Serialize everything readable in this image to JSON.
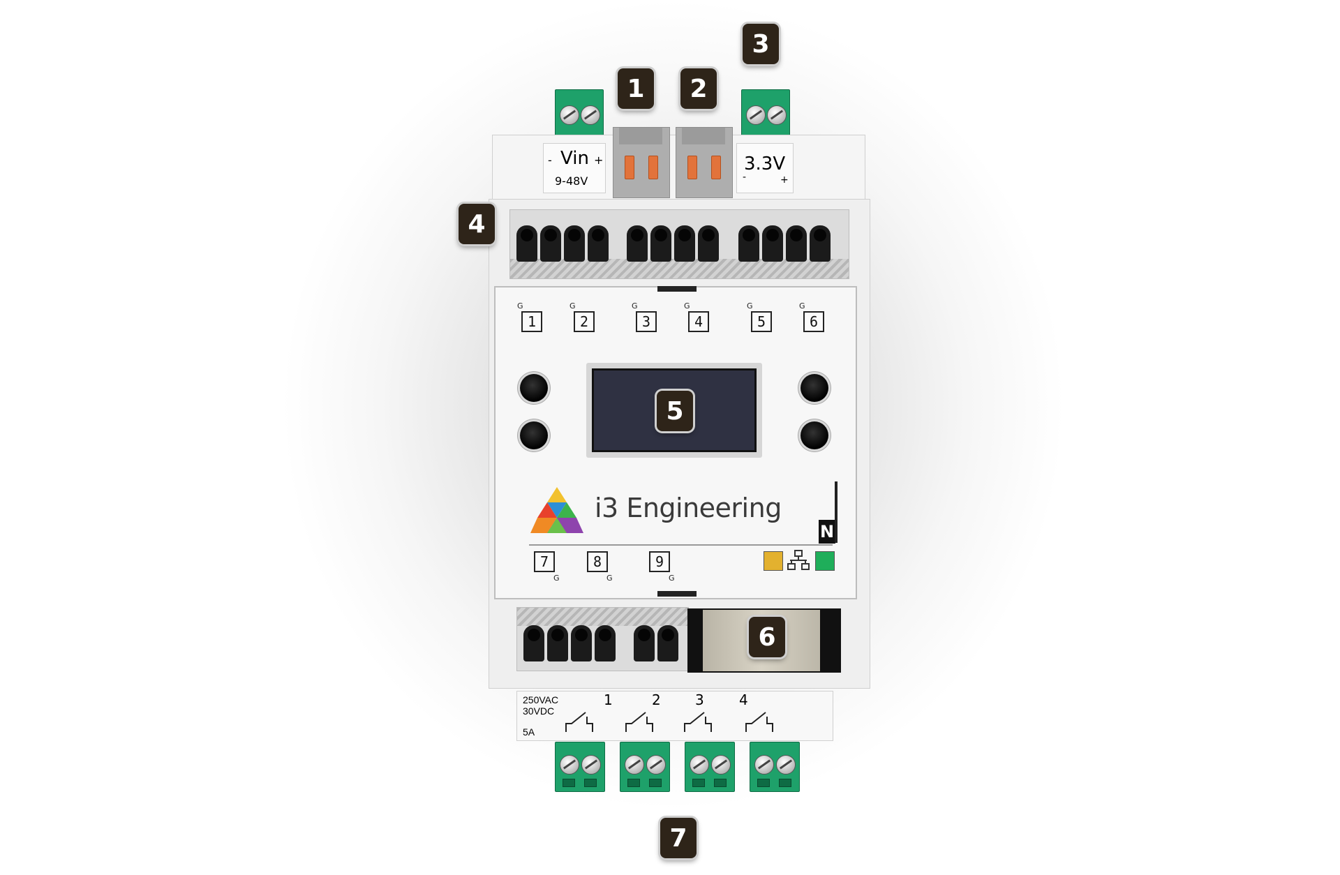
{
  "callouts": [
    "1",
    "2",
    "3",
    "4",
    "5",
    "6",
    "7"
  ],
  "power_in": {
    "label": "Vin",
    "minus": "-",
    "plus": "+",
    "range": "9-48V"
  },
  "power_out": {
    "label": "3.3V",
    "minus": "-",
    "plus": "+"
  },
  "input_channels": [
    "1",
    "2",
    "3",
    "4",
    "5",
    "6"
  ],
  "bottom_channels": [
    "7",
    "8",
    "9"
  ],
  "ground_mark": "G",
  "brand": {
    "name": "i3 Engineering"
  },
  "network_badge": "N",
  "relay_ratings": [
    "250VAC",
    "30VDC",
    "5A"
  ],
  "relay_numbers": [
    "1",
    "2",
    "3",
    "4"
  ],
  "colors": {
    "terminal_green": "#1ea16a",
    "led_yellow": "#e3b12f",
    "led_green": "#1fae5a",
    "badge": "#2e2419"
  }
}
